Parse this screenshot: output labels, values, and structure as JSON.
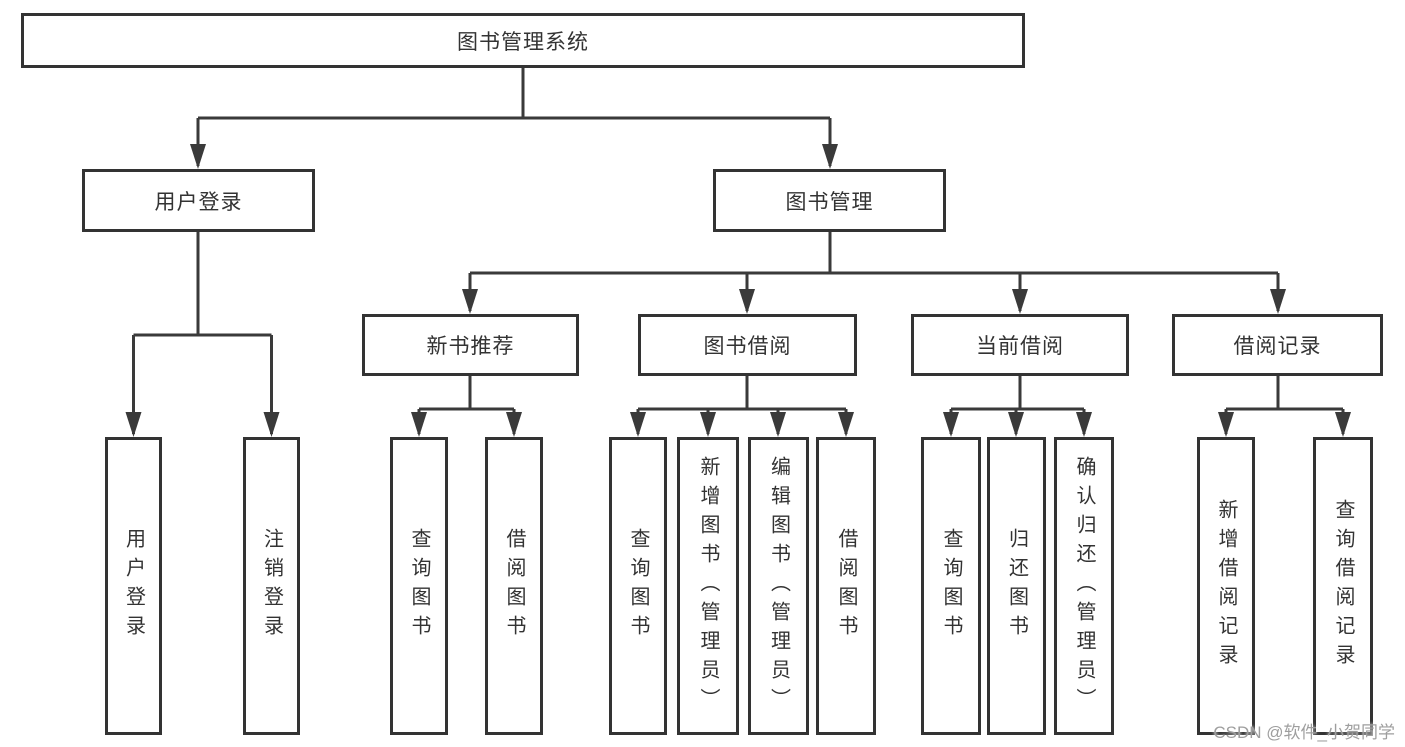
{
  "tree": {
    "label": "图书管理系统",
    "children": [
      {
        "label": "用户登录",
        "children": [
          {
            "label": "用户登录"
          },
          {
            "label": "注销登录"
          }
        ]
      },
      {
        "label": "图书管理",
        "children": [
          {
            "label": "新书推荐",
            "children": [
              {
                "label": "查询图书"
              },
              {
                "label": "借阅图书"
              }
            ]
          },
          {
            "label": "图书借阅",
            "children": [
              {
                "label": "查询图书"
              },
              {
                "label": "新增图书（管理员）"
              },
              {
                "label": "编辑图书（管理员）"
              },
              {
                "label": "借阅图书"
              }
            ]
          },
          {
            "label": "当前借阅",
            "children": [
              {
                "label": "查询图书"
              },
              {
                "label": "归还图书"
              },
              {
                "label": "确认归还（管理员）"
              }
            ]
          },
          {
            "label": "借阅记录",
            "children": [
              {
                "label": "新增借阅记录"
              },
              {
                "label": "查询借阅记录"
              }
            ]
          }
        ]
      }
    ]
  },
  "watermark": {
    "text": "CSDN @软件_小贺同学"
  },
  "colors": {
    "box_border": "#333333",
    "connector_line": "#3a3a3a",
    "text": "#333333",
    "watermark": "#9e9e9e",
    "background": "#ffffff"
  }
}
